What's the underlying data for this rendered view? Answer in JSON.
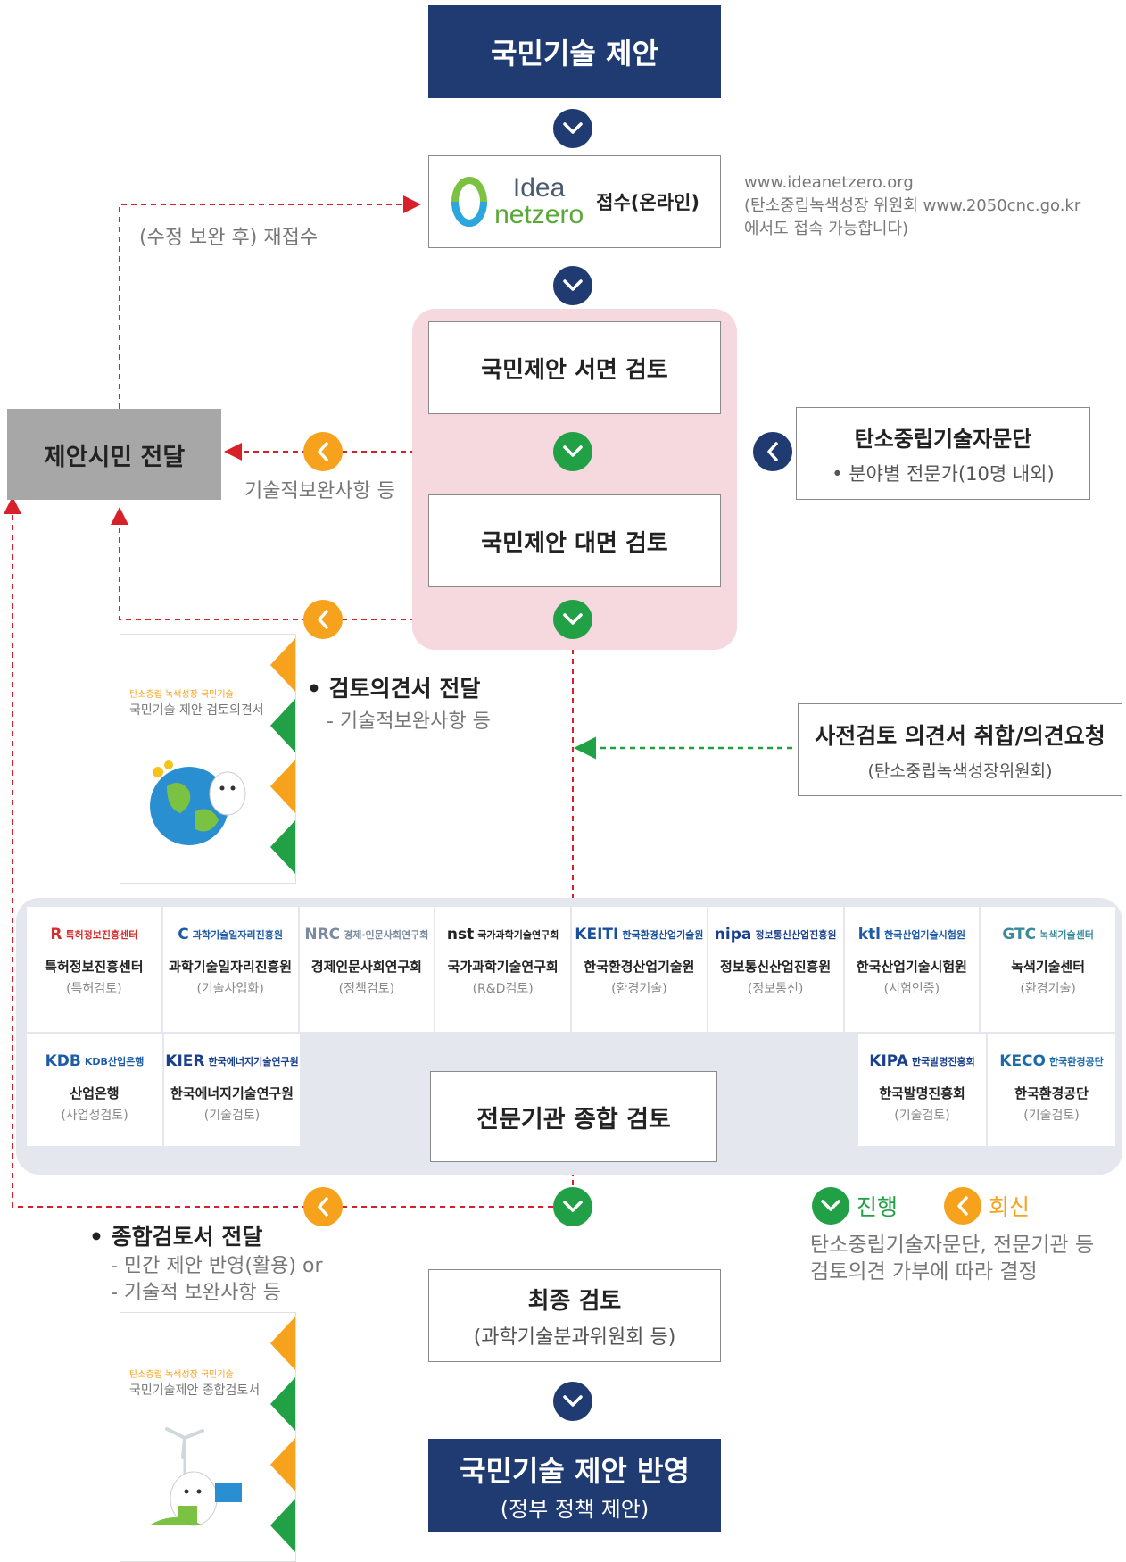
{
  "top_box": {
    "label": "국민기술 제안"
  },
  "receipt": {
    "logo_top": "Idea",
    "logo_bottom": "netzero",
    "label": "접수(온라인)"
  },
  "website_note": {
    "line1": "www.ideanetzero.org",
    "line2": "(탄소중립녹색성장 위원회 www.2050cnc.go.kr",
    "line3": "에서도 접속 가능합니다)"
  },
  "resubmit_label": "(수정 보완 후) 재접수",
  "written_review": {
    "label": "국민제안 서면 검토"
  },
  "face_review": {
    "label": "국민제안 대면 검토"
  },
  "citizen_box": {
    "label": "제안시민 전달"
  },
  "tech_supplement_label": "기술적보완사항 등",
  "advisory": {
    "title": "탄소중립기술자문단",
    "sub": "• 분야별 전문가(10명 내외)"
  },
  "review_opinion": {
    "title": "• 검토의견서 전달",
    "sub": "- 기술적보완사항 등",
    "book_subtitle": "탄소중립 녹색성장 국민기술",
    "book_title": "국민기술 제안 검토의견서"
  },
  "pre_review": {
    "title": "사전검토 의견서 취합/의견요청",
    "sub": "(탄소중립녹색성장위원회)"
  },
  "agencies_row1": [
    {
      "logo": "특허정보진흥센터",
      "name": "특허정보진흥센터",
      "role": "(특허검토)",
      "color": "#d62b2b",
      "mark": "R"
    },
    {
      "logo": "과학기술일자리진흥원",
      "name": "과학기술일자리진흥원",
      "role": "(기술사업화)",
      "color": "#1d5aa8",
      "mark": "C"
    },
    {
      "logo": "경제·인문사회연구회",
      "name": "경제인문사회연구회",
      "role": "(정책검토)",
      "color": "#7a8aa0",
      "mark": "NRC"
    },
    {
      "logo": "국가과학기술연구회",
      "name": "국가과학기술연구회",
      "role": "(R&D검토)",
      "color": "#222222",
      "mark": "nst"
    },
    {
      "logo": "한국환경산업기술원",
      "name": "한국환경산업기술원",
      "role": "(환경기술)",
      "color": "#1a4f9c",
      "mark": "KEITI"
    },
    {
      "logo": "정보통신산업진흥원",
      "name": "정보통신산업진흥원",
      "role": "(정보통신)",
      "color": "#1a3f8c",
      "mark": "nipa"
    },
    {
      "logo": "한국산업기술시험원",
      "name": "한국산업기술시험원",
      "role": "(시험인증)",
      "color": "#1d5aa8",
      "mark": "ktl"
    },
    {
      "logo": "녹색기술센터",
      "name": "녹색기술센터",
      "role": "(환경기술)",
      "color": "#3a8a9c",
      "mark": "GTC"
    }
  ],
  "agencies_row2_left": [
    {
      "logo": "KDB산업은행",
      "name": "산업은행",
      "role": "(사업성검토)",
      "color": "#1d5aa8",
      "mark": "KDB"
    },
    {
      "logo": "한국에너지기술연구원",
      "name": "한국에너지기술연구원",
      "role": "(기술검토)",
      "color": "#1a3f8c",
      "mark": "KIER"
    }
  ],
  "agencies_row2_right": [
    {
      "logo": "한국발명진흥회",
      "name": "한국발명진흥회",
      "role": "(기술검토)",
      "color": "#1a3f8c",
      "mark": "KIPA"
    },
    {
      "logo": "한국환경공단",
      "name": "한국환경공단",
      "role": "(기술검토)",
      "color": "#1d6aa8",
      "mark": "KECO"
    }
  ],
  "expert_review": {
    "label": "전문기관 종합 검토"
  },
  "legend": {
    "progress": "진행",
    "reply": "회신",
    "note1": "탄소중립기술자문단, 전문기관 등",
    "note2": "검토의견 가부에 따라 결정"
  },
  "comprehensive": {
    "title": "• 종합검토서 전달",
    "sub1": "- 민간 제안 반영(활용) or",
    "sub2": "- 기술적 보완사항 등",
    "book_subtitle": "탄소중립 녹색성장 국민기술",
    "book_title": "국민기술제안 종합검토서"
  },
  "final_review": {
    "title": "최종 검토",
    "sub": "(과학기술분과위원회 등)"
  },
  "bottom_box": {
    "title": "국민기술 제안 반영",
    "sub": "(정부 정책 제안)"
  },
  "colors": {
    "navy": "#1f3b72",
    "green": "#22a046",
    "orange": "#f6a21c",
    "pink": "#f6d8df",
    "red_dash": "#d8202a",
    "green_dash": "#22a046"
  }
}
